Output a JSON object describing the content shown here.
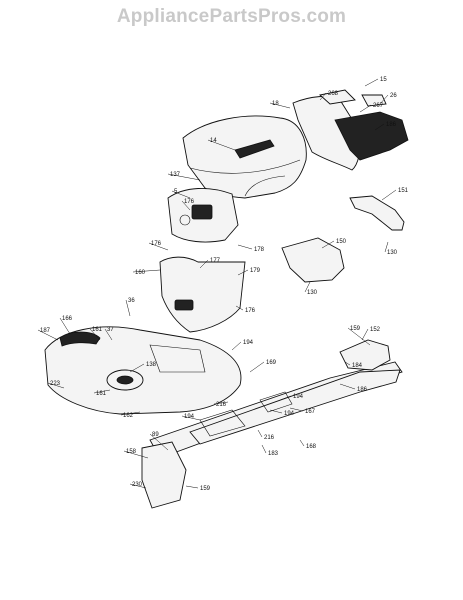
{
  "watermark": "AppliancePartsPros.com",
  "callouts": [
    "15",
    "26",
    "268",
    "267",
    "18",
    "186",
    "14",
    "137",
    "151",
    "5",
    "176",
    "178",
    "150",
    "130",
    "176",
    "177",
    "179",
    "160",
    "176",
    "152",
    "130",
    "36",
    "187",
    "166",
    "161",
    "37",
    "194",
    "138",
    "161",
    "169",
    "223",
    "162",
    "194",
    "216",
    "194",
    "167",
    "168",
    "183",
    "216",
    "158",
    "89",
    "159",
    "230",
    "159",
    "184",
    "186",
    "194"
  ]
}
